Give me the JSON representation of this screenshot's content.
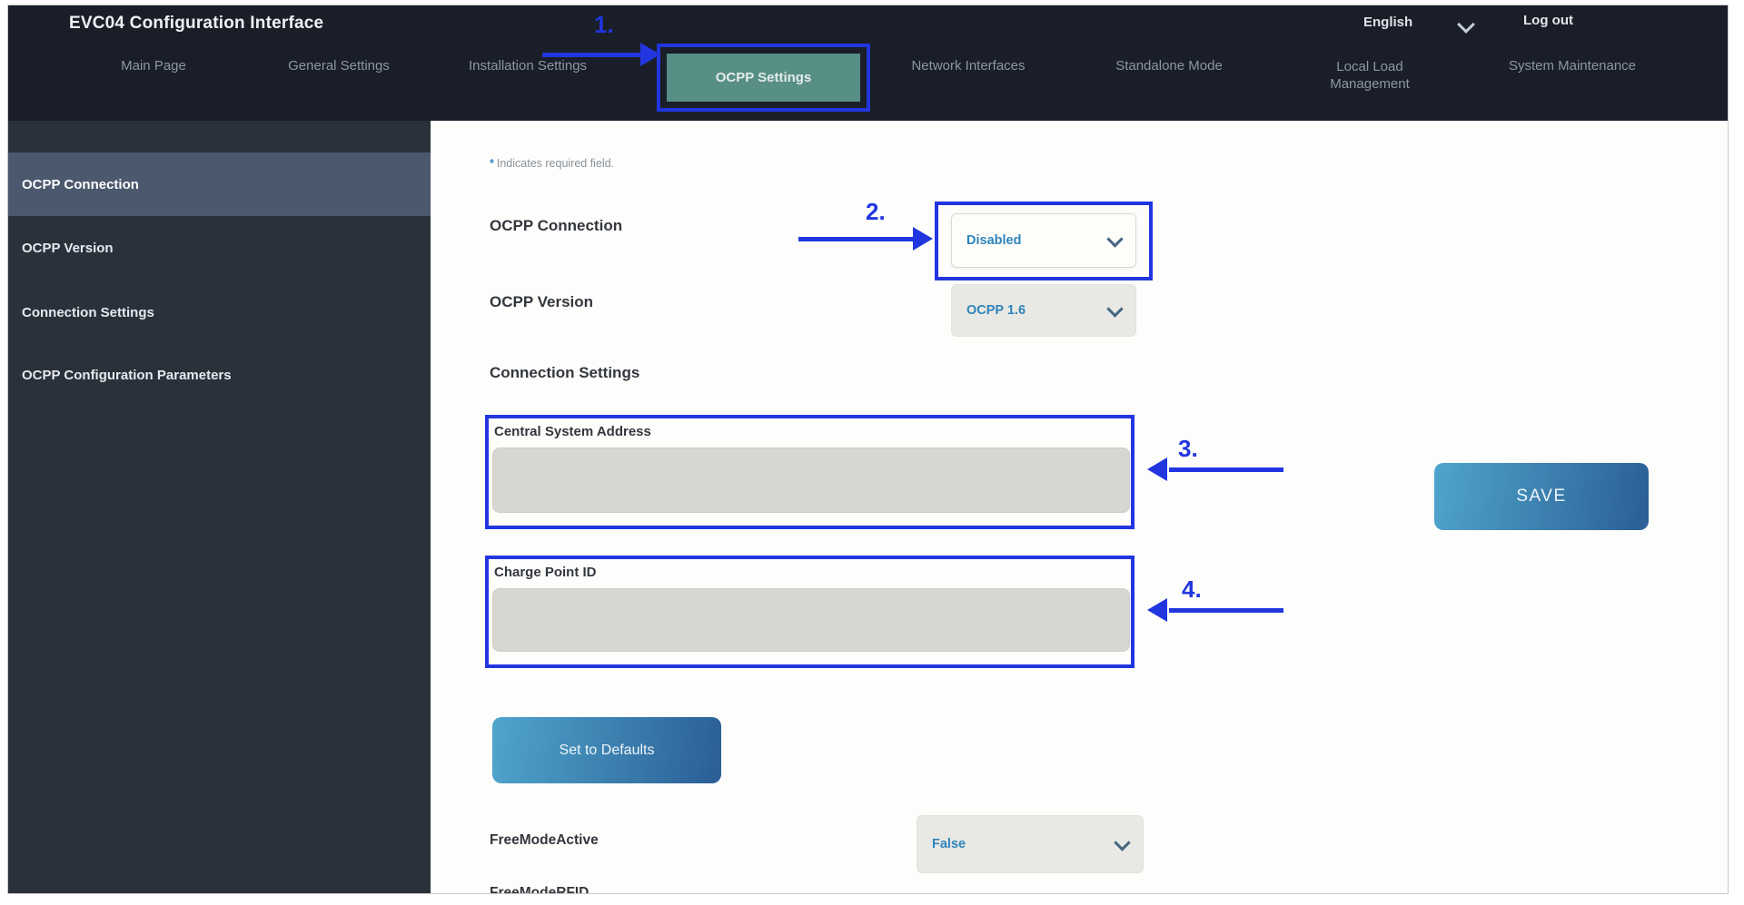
{
  "app": {
    "title": "EVC04 Configuration Interface"
  },
  "header": {
    "language": "English",
    "logout_label": "Log out",
    "nav": [
      {
        "label": "Main Page",
        "active": false
      },
      {
        "label": "General Settings",
        "active": false
      },
      {
        "label": "Installation Settings",
        "active": false
      },
      {
        "label": "OCPP Settings",
        "active": true
      },
      {
        "label": "Network Interfaces",
        "active": false
      },
      {
        "label": "Standalone Mode",
        "active": false
      },
      {
        "label": "Local Load Management",
        "active": false
      },
      {
        "label": "System Maintenance",
        "active": false
      }
    ]
  },
  "sidebar": {
    "items": [
      {
        "label": "OCPP Connection",
        "active": true
      },
      {
        "label": "OCPP Version",
        "active": false
      },
      {
        "label": "Connection Settings",
        "active": false
      },
      {
        "label": "OCPP Configuration Parameters",
        "active": false
      }
    ]
  },
  "content": {
    "required_note": {
      "asterisk": "*",
      "text": "Indicates required field."
    },
    "ocpp_connection": {
      "label": "OCPP Connection",
      "value": "Disabled"
    },
    "ocpp_version": {
      "label": "OCPP Version",
      "value": "OCPP 1.6"
    },
    "section_heading": "Connection Settings",
    "central_system_address": {
      "label": "Central System Address",
      "value": ""
    },
    "charge_point_id": {
      "label": "Charge Point ID",
      "value": ""
    },
    "free_mode_active": {
      "label": "FreeModeActive",
      "value": "False"
    },
    "free_mode_rfid": {
      "label": "FreeModeRFID"
    },
    "buttons": {
      "save": "SAVE",
      "set_to_defaults": "Set to Defaults"
    }
  },
  "annotations": {
    "steps": {
      "s1": "1.",
      "s2": "2.",
      "s3": "3.",
      "s4": "4."
    },
    "color": "#2236e0"
  },
  "icons": {
    "language_chevron": "chevron-down",
    "select_chevron": "chevron-down"
  },
  "colors": {
    "header_bg": "#191e28",
    "sidebar_bg": "#2a313b",
    "sidebar_selected": "#4c586d",
    "active_tab": "#578e85",
    "select_text": "#2f85bb",
    "button_gradient_start": "#4fa5cd",
    "button_gradient_end": "#2b5e95",
    "input_bg": "#d8d6d1",
    "annotation_blue": "#2236e0"
  }
}
